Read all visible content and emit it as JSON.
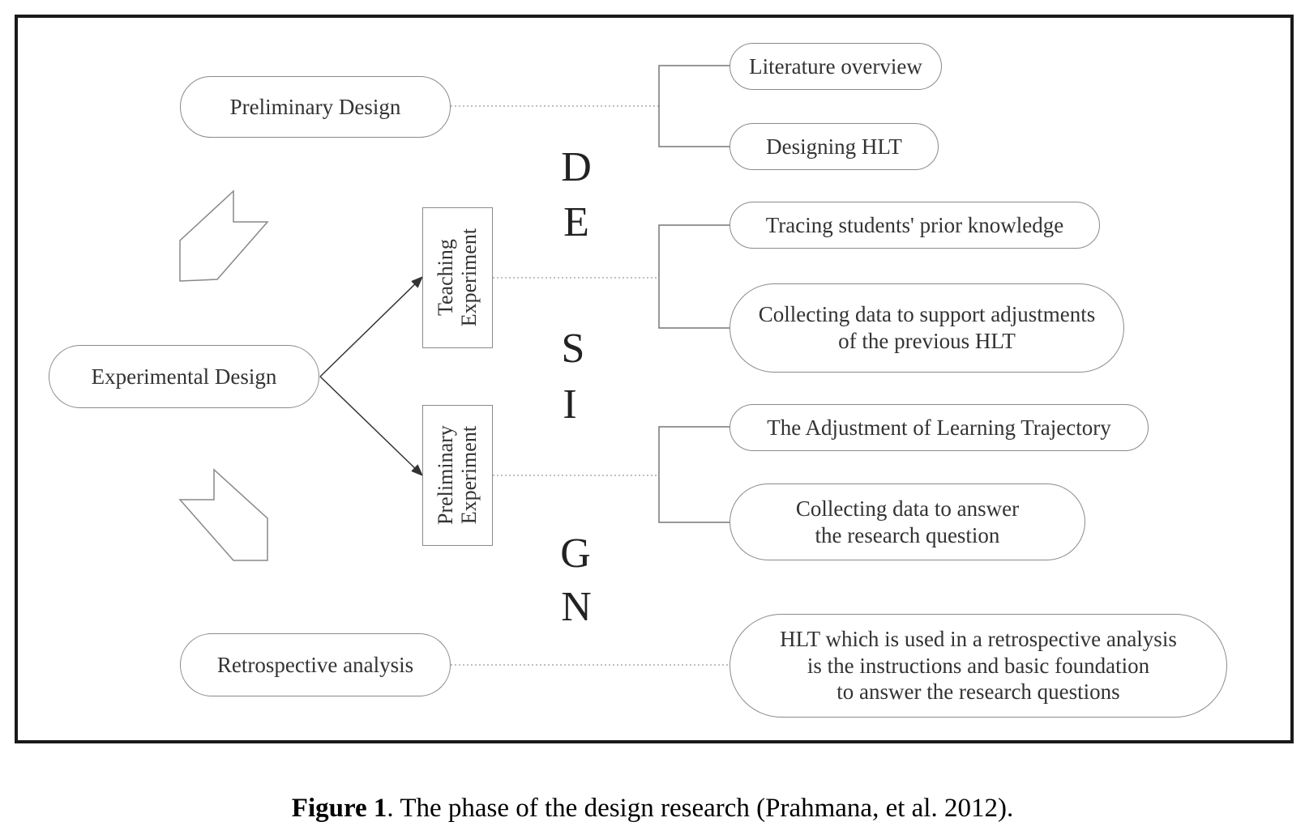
{
  "left_boxes": {
    "preliminary_design": "Preliminary Design",
    "experimental_design": "Experimental Design",
    "retrospective_analysis": "Retrospective analysis"
  },
  "experiments": {
    "teaching": "Teaching\nExperiment",
    "preliminary": "Preliminary\nExperiment"
  },
  "design_letters": [
    "D",
    "E",
    "S",
    "I",
    "G",
    "N"
  ],
  "right_boxes": {
    "literature_overview": "Literature overview",
    "designing_hlt": "Designing HLT",
    "tracing_prior_knowledge": "Tracing students' prior knowledge",
    "collecting_adjustments": "Collecting data to support adjustments\nof the previous HLT",
    "adjustment_trajectory": "The Adjustment of Learning Trajectory",
    "collecting_answer": "Collecting data to answer\nthe research question",
    "hlt_retrospective": "HLT which is used in a retrospective analysis\nis the instructions and basic foundation\nto answer the research questions"
  },
  "caption": {
    "label": "Figure 1",
    "text": ". The phase of the design research (Prahmana, et al. 2012)."
  }
}
